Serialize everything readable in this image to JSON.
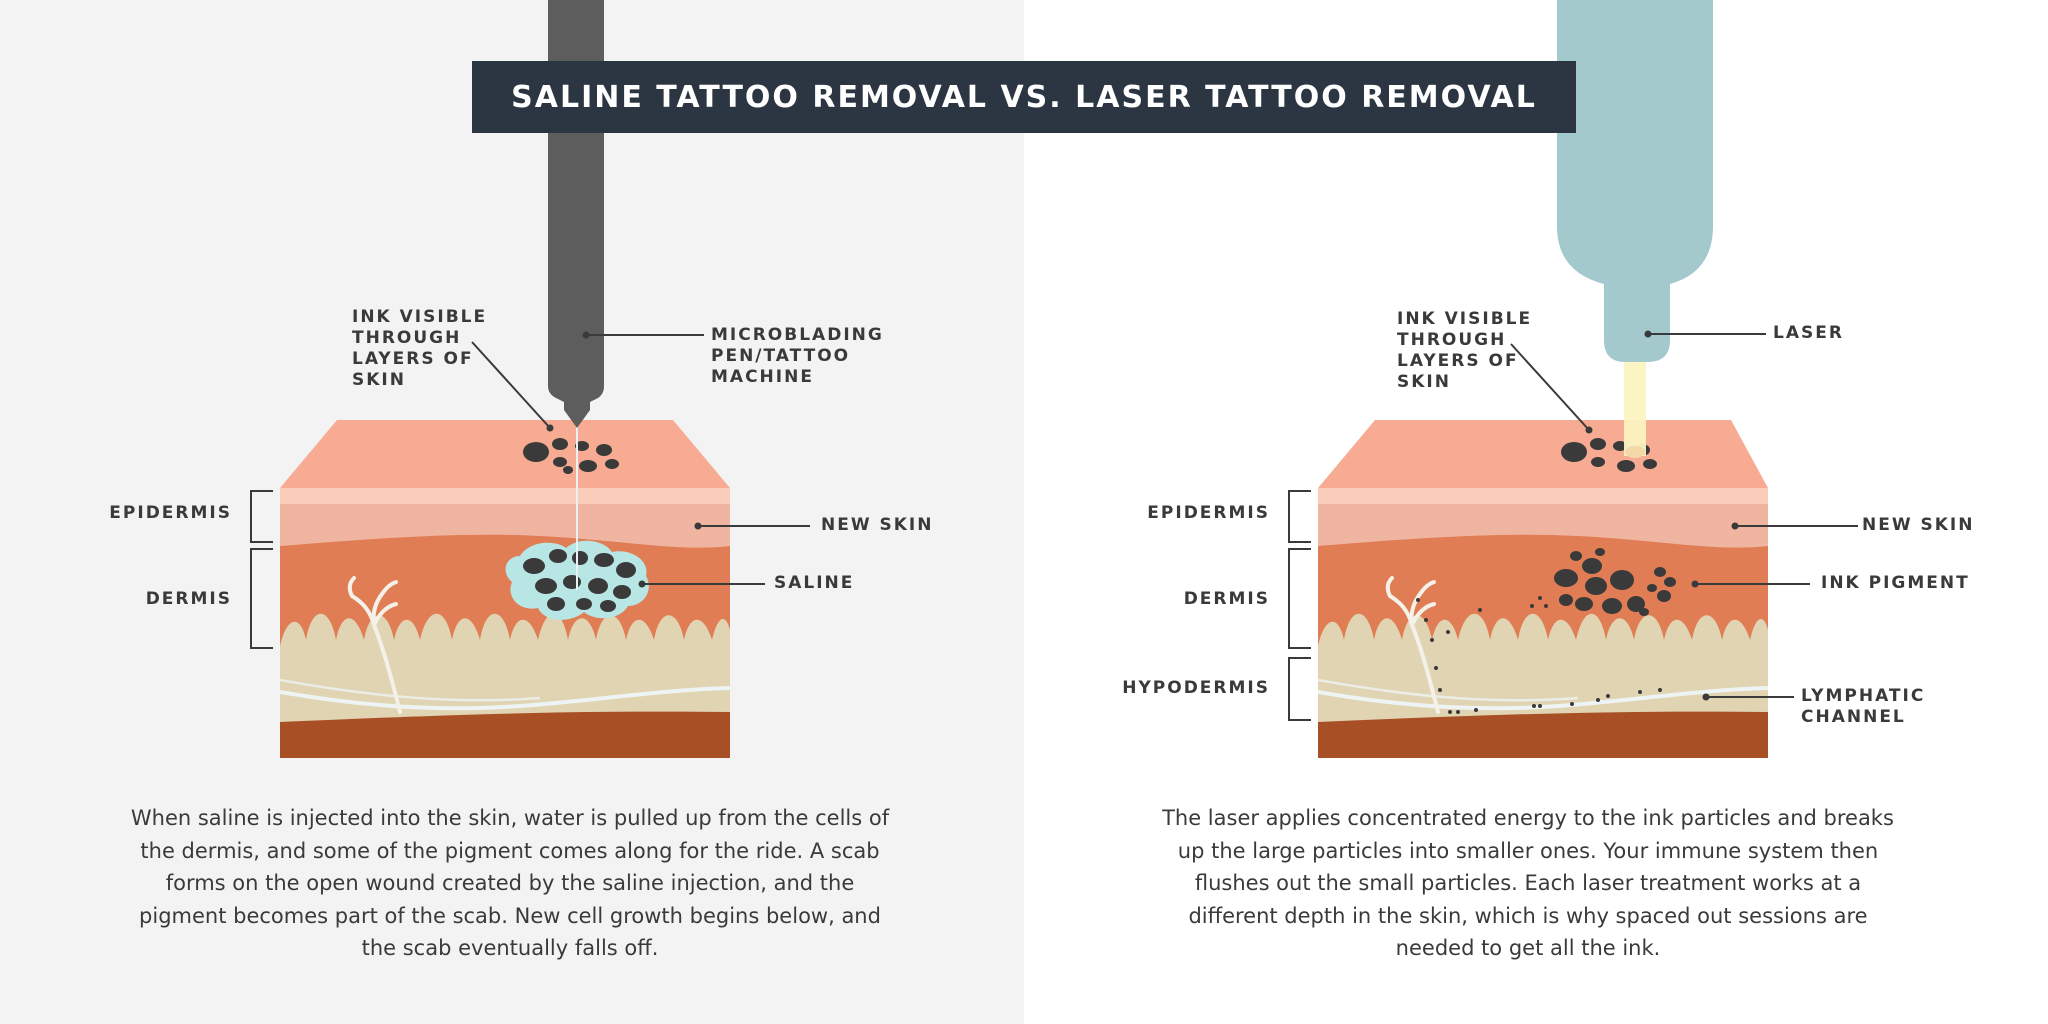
{
  "title": "SALINE TATTOO REMOVAL VS. LASER TATTOO REMOVAL",
  "left": {
    "labels": {
      "ink_visible": "INK VISIBLE\nTHROUGH\nLAYERS OF\nSKIN",
      "pen": "MICROBLADING\nPEN/TATTOO\nMACHINE",
      "epidermis": "EPIDERMIS",
      "dermis": "DERMIS",
      "new_skin": "NEW SKIN",
      "saline": "SALINE"
    },
    "description": "When saline is injected into the skin, water is pulled up from the cells of the dermis, and some of the pigment comes along for the ride. A scab forms on the open wound created by the saline injection, and the pigment becomes part of the scab. New cell growth begins below, and the scab eventually falls off."
  },
  "right": {
    "labels": {
      "ink_visible": "INK VISIBLE\nTHROUGH\nLAYERS OF\nSKIN",
      "laser": "LASER",
      "epidermis": "EPIDERMIS",
      "dermis": "DERMIS",
      "hypodermis": "HYPODERMIS",
      "new_skin": "NEW SKIN",
      "ink_pigment": "INK PIGMENT",
      "lymphatic": "LYMPHATIC\nCHANNEL"
    },
    "description": "The laser applies concentrated energy to the ink particles and breaks up the large particles into smaller ones. Your immune system then flushes out the small particles. Each laser treatment works at a different depth in the skin, which is why spaced out sessions are needed to get all the ink."
  },
  "colors": {
    "title_bg": "#2b3642",
    "skin_top": "#f6ab92",
    "new_skin": "#f9cdb9",
    "epidermis": "#efb5a1",
    "dermis": "#e07d55",
    "hypodermis": "#e0d4b2",
    "bottom_layer": "#a84f26",
    "saline": "#b8e6e5",
    "ink": "#3a3a3a",
    "pen": "#5d5d5d",
    "laser": "#a3c9cd",
    "laser_beam": "#fbf3c0"
  }
}
